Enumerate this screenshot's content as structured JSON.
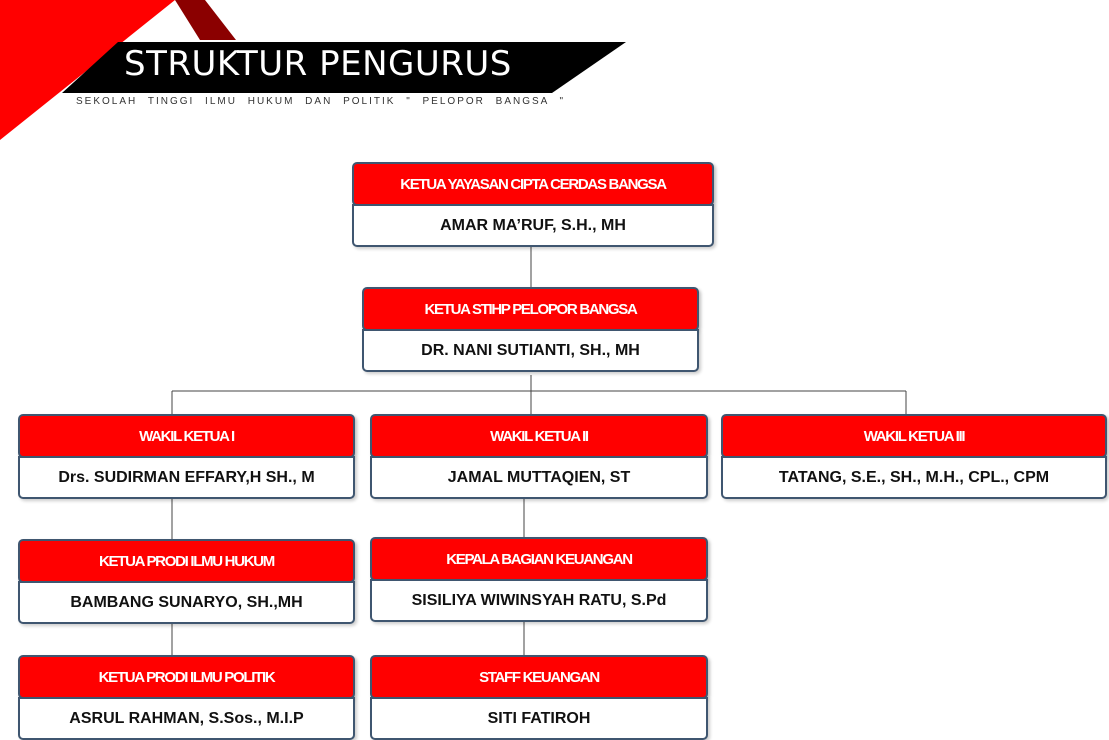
{
  "header": {
    "title": "STRUKTUR PENGURUS",
    "subtitle": "SEKOLAH TINGGI ILMU HUKUM DAN POLITIK \" PELOPOR BANGSA \""
  },
  "colors": {
    "role_fill": "#ff0000",
    "border": "#3f5670",
    "banner": "#000000",
    "accent_red": "#ff0000",
    "accent_dark_red": "#8b0000"
  },
  "org": {
    "yayasan": {
      "role": "KETUA YAYASAN CIPTA CERDAS BANGSA",
      "name": "AMAR MA’RUF, S.H., MH"
    },
    "ketua": {
      "role": "KETUA STIHP PELOPOR BANGSA",
      "name": "DR. NANI SUTIANTI, SH., MH"
    },
    "wakil1": {
      "role": "WAKIL KETUA I",
      "name": "Drs. SUDIRMAN EFFARY,H SH., M"
    },
    "wakil2": {
      "role": "WAKIL KETUA II",
      "name": "JAMAL MUTTAQIEN, ST"
    },
    "wakil3": {
      "role": "WAKIL KETUA III",
      "name": "TATANG, S.E., SH., M.H., CPL., CPM"
    },
    "prodi_hukum": {
      "role": "KETUA PRODI ILMU HUKUM",
      "name": "BAMBANG SUNARYO, SH.,MH"
    },
    "keuangan": {
      "role": "KEPALA BAGIAN KEUANGAN",
      "name": "SISILIYA WIWINSYAH RATU, S.Pd"
    },
    "prodi_politik": {
      "role": "KETUA PRODI ILMU POLITIK",
      "name": "ASRUL RAHMAN, S.Sos., M.I.P"
    },
    "staff_keuangan": {
      "role": "STAFF KEUANGAN",
      "name": "SITI FATIROH"
    }
  }
}
